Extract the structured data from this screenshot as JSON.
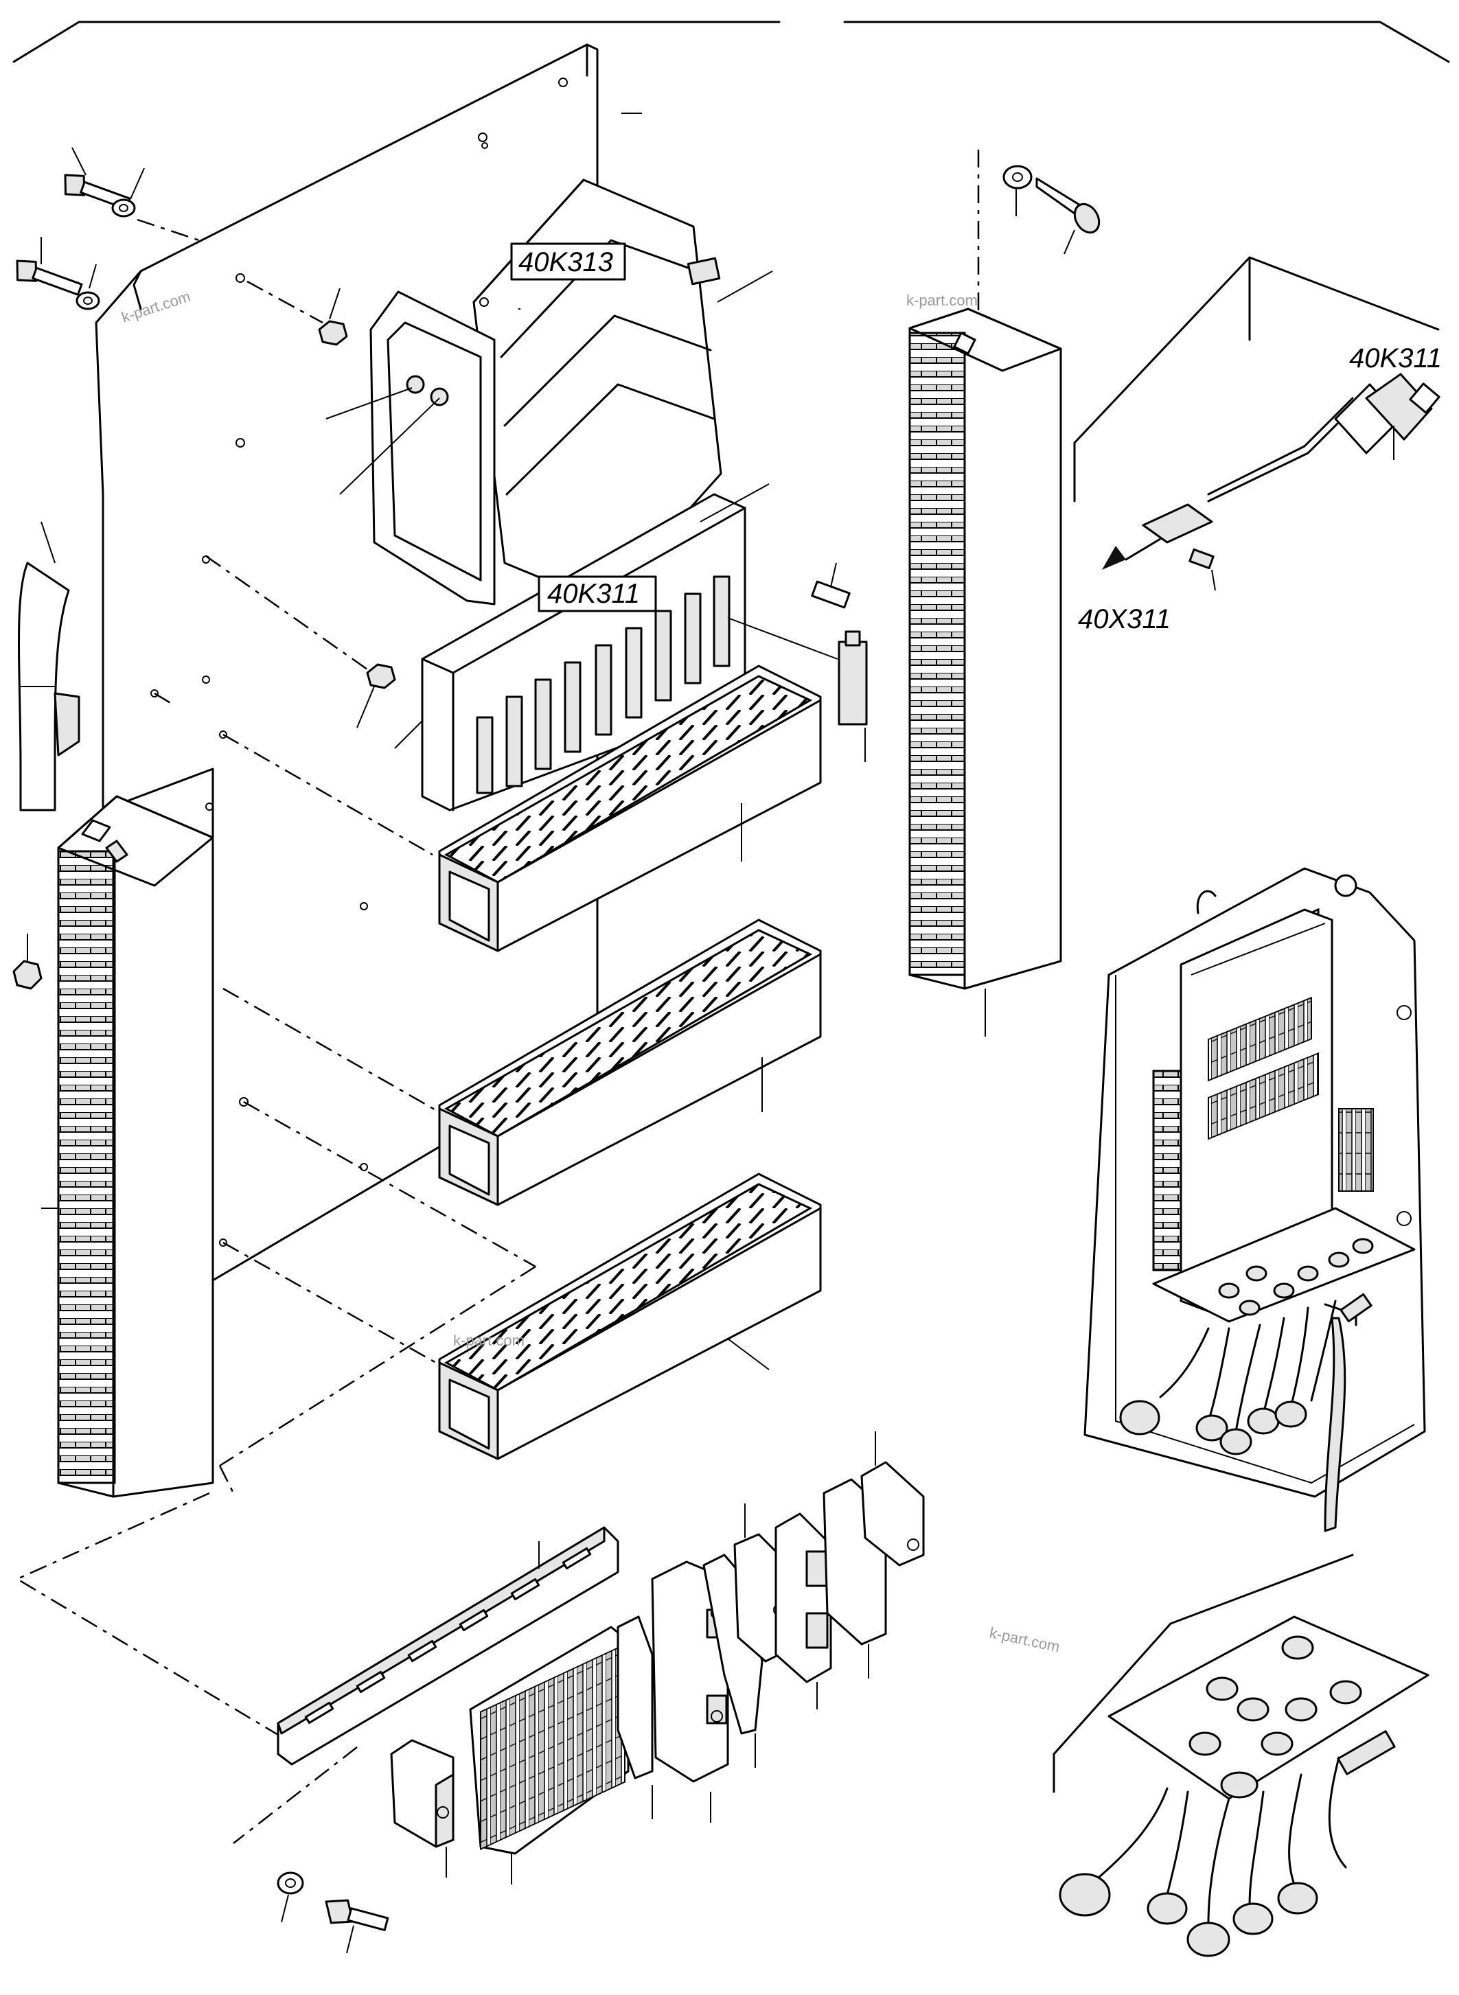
{
  "labels": {
    "k313": "40K313",
    "k311_box": "40K311",
    "k311_cable": "40K311",
    "x311": "40X311"
  },
  "watermark": "k-part.com"
}
